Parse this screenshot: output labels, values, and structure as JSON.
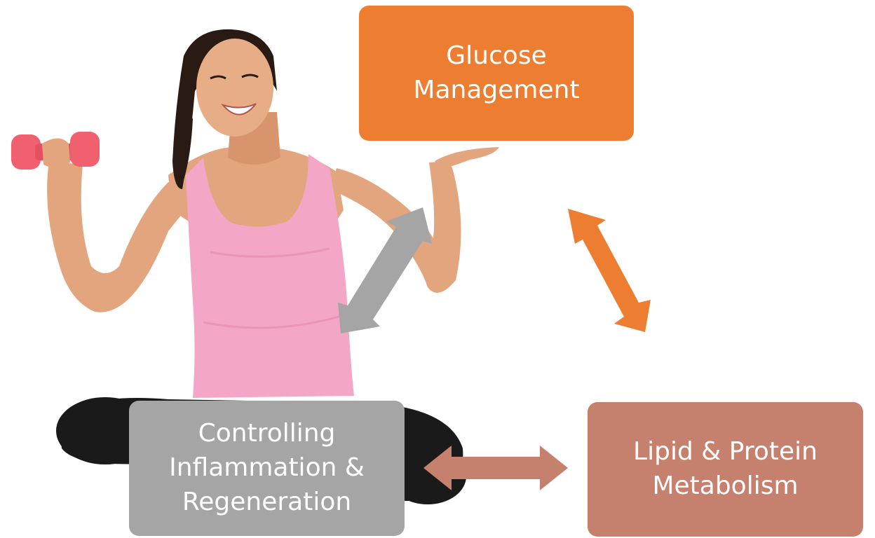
{
  "diagram": {
    "nodes": {
      "glucose": {
        "label": "Glucose\nManagement",
        "color": "#ED7D31"
      },
      "inflammation": {
        "label": "Controlling\nInflammation &\nRegeneration",
        "color": "#A5A5A5"
      },
      "lipid": {
        "label": "Lipid & Protein\nMetabolism",
        "color": "#C5806E"
      }
    },
    "edges": [
      {
        "from": "inflammation",
        "to": "glucose",
        "color": "#A5A5A5",
        "direction": "both"
      },
      {
        "from": "glucose",
        "to": "lipid",
        "color": "#ED7D31",
        "direction": "both"
      },
      {
        "from": "inflammation",
        "to": "lipid",
        "color": "#C5806E",
        "direction": "both"
      }
    ]
  },
  "image": {
    "subject": "fitness-woman-icon",
    "top_color": "#F4A6C6",
    "pants_color": "#1A1A1A",
    "dumbbell_color": "#F0606E",
    "skin_color": "#E2A57E",
    "hair_color": "#2A1A14"
  }
}
